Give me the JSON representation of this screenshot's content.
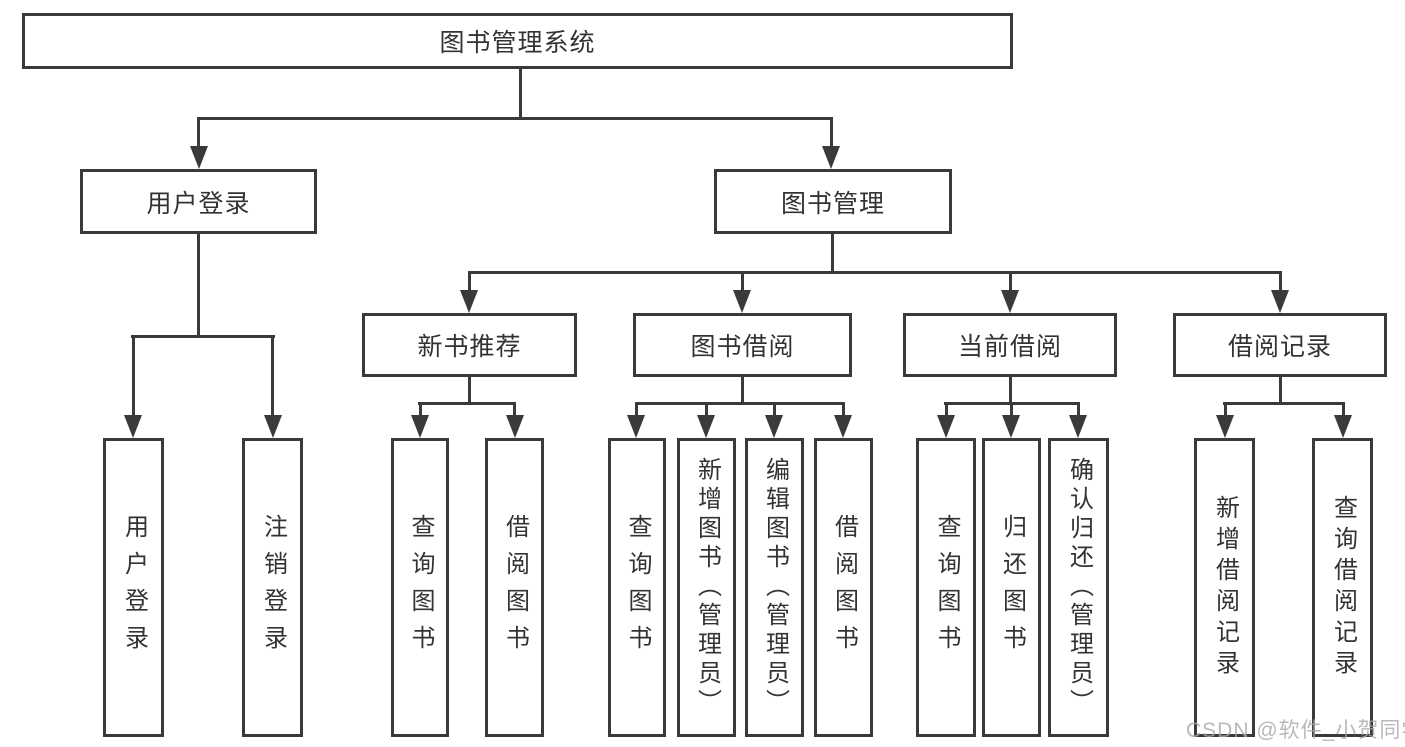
{
  "diagram_type": "hierarchy-tree",
  "structure": {
    "root": "图书管理系统",
    "children": [
      {
        "label": "用户登录",
        "children": [
          "用户登录",
          "注销登录"
        ]
      },
      {
        "label": "图书管理",
        "children": [
          {
            "label": "新书推荐",
            "children": [
              "查询图书",
              "借阅图书"
            ]
          },
          {
            "label": "图书借阅",
            "children": [
              "查询图书",
              "新增图书（管理员）",
              "编辑图书（管理员）",
              "借阅图书"
            ]
          },
          {
            "label": "当前借阅",
            "children": [
              "查询图书",
              "归还图书",
              "确认归还（管理员）"
            ]
          },
          {
            "label": "借阅记录",
            "children": [
              "新增借阅记录",
              "查询借阅记录"
            ]
          }
        ]
      }
    ]
  },
  "watermark": "CSDN @软件_小贺同学",
  "colors": {
    "background": "#ffffff",
    "line": "#3a3a3a",
    "text": "#333333",
    "watermark_text": "#a8a8a8"
  }
}
